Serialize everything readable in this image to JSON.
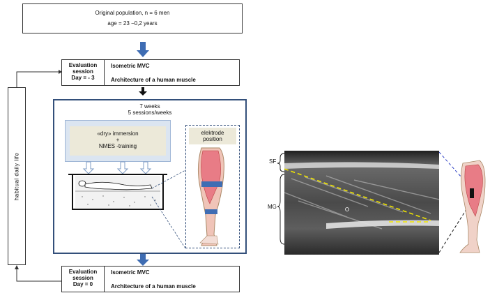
{
  "population": {
    "line1": "Original population,     n = 6 men",
    "line2": "age = 23 −0,2 years"
  },
  "eval_top": {
    "session_line1": "Evaluation",
    "session_line2": "session",
    "session_line3": "Day = - 3",
    "test1": "Isometric MVC",
    "test2": "Architecture of a human muscle"
  },
  "training": {
    "weeks": "7 weeks",
    "sessions": "5 sessions/weeks",
    "immersion_line1": "«dry» immersion",
    "immersion_line2": "+",
    "immersion_line3": "NMES -training",
    "electrode_line1": "elektrode",
    "electrode_line2": "position"
  },
  "daily_life": {
    "label": "habitual   daily   life"
  },
  "eval_bottom": {
    "session_line1": "Evaluation",
    "session_line2": "session",
    "session_line3": "Day = 0",
    "test1": "Isometric MVC",
    "test2": "Architecture of a human muscle"
  },
  "ultrasound": {
    "sf_label": "SF",
    "mg_label": "MG"
  },
  "colors": {
    "arrow_blue": "#3f6db3",
    "frame_navy": "#334f7a",
    "immersion_blue": "#dbe5f1",
    "label_beige": "#ece9d9",
    "guide_yellow": "#f2e600",
    "muscle_pink": "#e87c86"
  }
}
